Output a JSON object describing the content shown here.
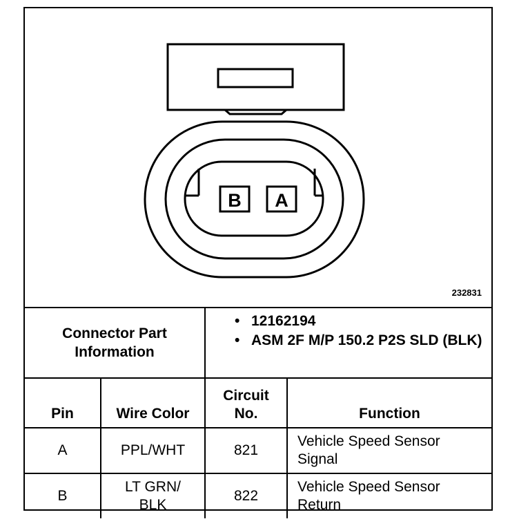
{
  "diagram": {
    "figure_number": "232831",
    "pin_labels": [
      "B",
      "A"
    ]
  },
  "connector_info": {
    "label": "Connector Part Information",
    "items": [
      "12162194",
      "ASM 2F M/P 150.2 P2S SLD (BLK)"
    ]
  },
  "pin_table": {
    "headers": {
      "pin": "Pin",
      "wire_color": "Wire Color",
      "circuit": "Circuit No.",
      "function": "Function"
    },
    "rows": [
      {
        "pin": "A",
        "wire_color": "PPL/WHT",
        "circuit": "821",
        "function": "Vehicle Speed Sensor Signal"
      },
      {
        "pin": "B",
        "wire_color": "LT GRN/ BLK",
        "circuit": "822",
        "function": "Vehicle Speed Sensor Return"
      }
    ]
  }
}
